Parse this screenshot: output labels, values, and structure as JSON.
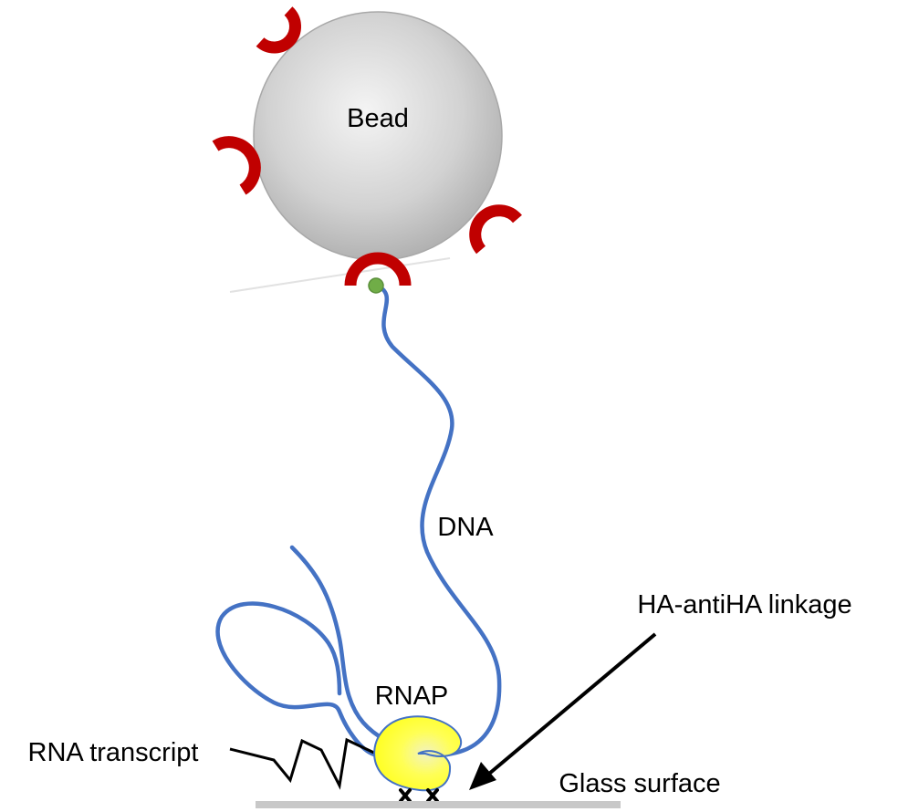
{
  "labels": {
    "bead": "Bead",
    "dna": "DNA",
    "rnap": "RNAP",
    "linkage": "HA-antiHA linkage",
    "transcript": "RNA transcript",
    "surface": "Glass surface"
  },
  "colors": {
    "bead_fill": "#c9c9c9",
    "bead_stroke": "#9e9e9e",
    "antibody": "#c00000",
    "dna": "#4472c4",
    "anchor": "#70ad47",
    "rnap": "#ffff33",
    "surface": "#c8c8c8",
    "ink": "#000000"
  }
}
